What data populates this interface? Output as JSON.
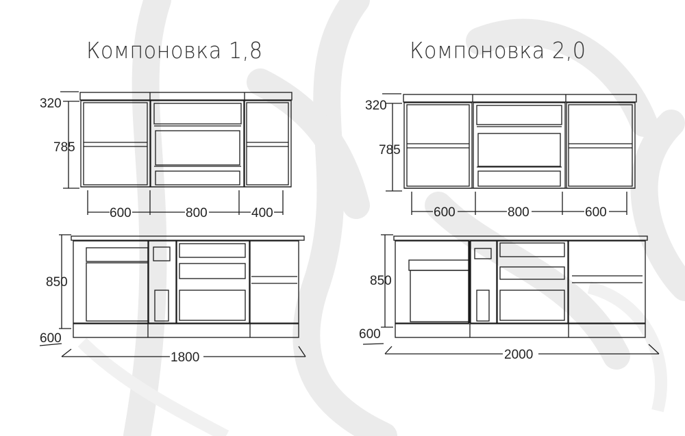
{
  "layouts": [
    {
      "title": "Компоновка 1,8",
      "upper": {
        "depth": "320",
        "height": "785",
        "widths": [
          "600",
          "800",
          "400"
        ]
      },
      "lower": {
        "height": "850",
        "depth": "600",
        "total_width": "1800"
      }
    },
    {
      "title": "Компоновка 2,0",
      "upper": {
        "depth": "320",
        "height": "785",
        "widths": [
          "600",
          "800",
          "600"
        ]
      },
      "lower": {
        "height": "850",
        "depth": "600",
        "total_width": "2000"
      }
    }
  ],
  "colors": {
    "line": "#1a1a1a",
    "watermark": "#e6e6e6",
    "text": "#222222"
  }
}
